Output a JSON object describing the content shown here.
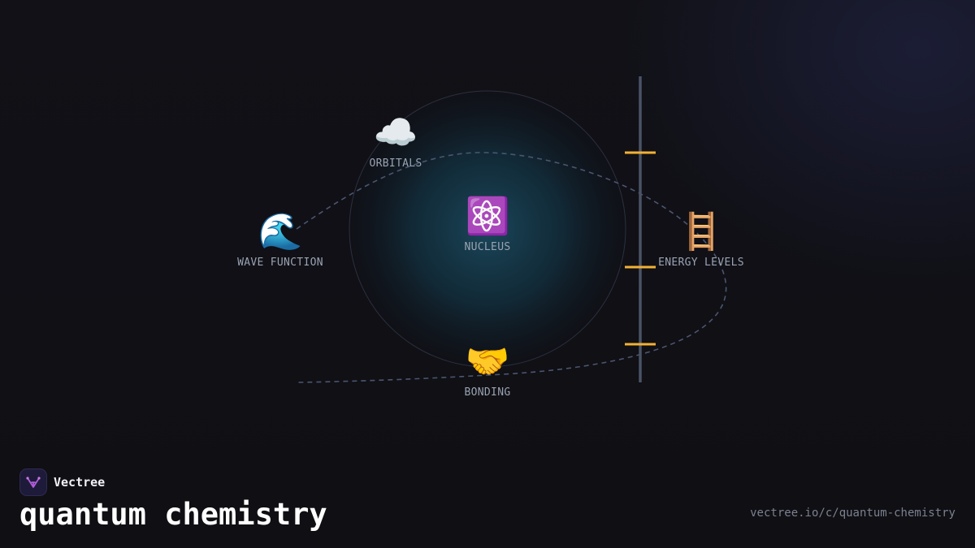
{
  "brand": {
    "name": "Vectree",
    "logo_icon": "branching-tree-icon",
    "logo_color": "#b05bd6"
  },
  "page": {
    "title": "quantum chemistry",
    "url": "vectree.io/c/quantum-chemistry"
  },
  "diagram": {
    "nodes": {
      "nucleus": {
        "icon": "⚛️",
        "icon_name": "atom-icon",
        "label": "NUCLEUS"
      },
      "orbitals": {
        "icon": "☁️",
        "icon_name": "cloud-icon",
        "label": "ORBITALS"
      },
      "wave_function": {
        "icon": "🌊",
        "icon_name": "wave-icon",
        "label": "WAVE FUNCTION"
      },
      "energy_levels": {
        "icon": "🪜",
        "icon_name": "ladder-icon",
        "label": "ENERGY LEVELS"
      },
      "bonding": {
        "icon": "🤝",
        "icon_name": "handshake-icon",
        "label": "BONDING"
      }
    },
    "colors": {
      "energy_tick": "#f2b134",
      "energy_axis": "#4a5366",
      "path": "#4a5670",
      "glow": "#1a4a5e"
    }
  }
}
